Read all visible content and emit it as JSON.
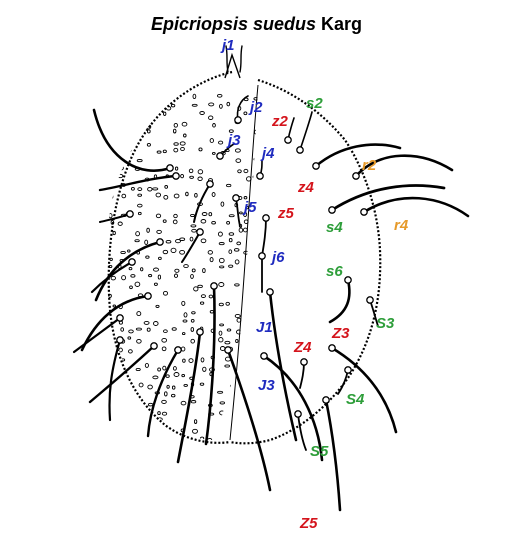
{
  "title": {
    "species": "Epicriopsis suedus",
    "author": "Karg"
  },
  "colors": {
    "blue": "#1f2bbf",
    "red": "#d4141c",
    "green": "#2e9e3a",
    "orange": "#e69a2a",
    "line": "#000000"
  },
  "labels": {
    "j1": "j1",
    "j2": "j2",
    "j3": "j3",
    "j4": "j4",
    "j5": "j5",
    "j6": "j6",
    "J1": "J1",
    "J3": "J3",
    "z2": "z2",
    "z4": "z4",
    "z5": "z5",
    "Z3": "Z3",
    "Z4": "Z4",
    "Z5": "Z5",
    "s2": "s2",
    "s4": "s4",
    "s6": "s6",
    "S3": "S3",
    "S4": "S4",
    "S5": "S5",
    "r2": "r2",
    "r4": "r4"
  }
}
